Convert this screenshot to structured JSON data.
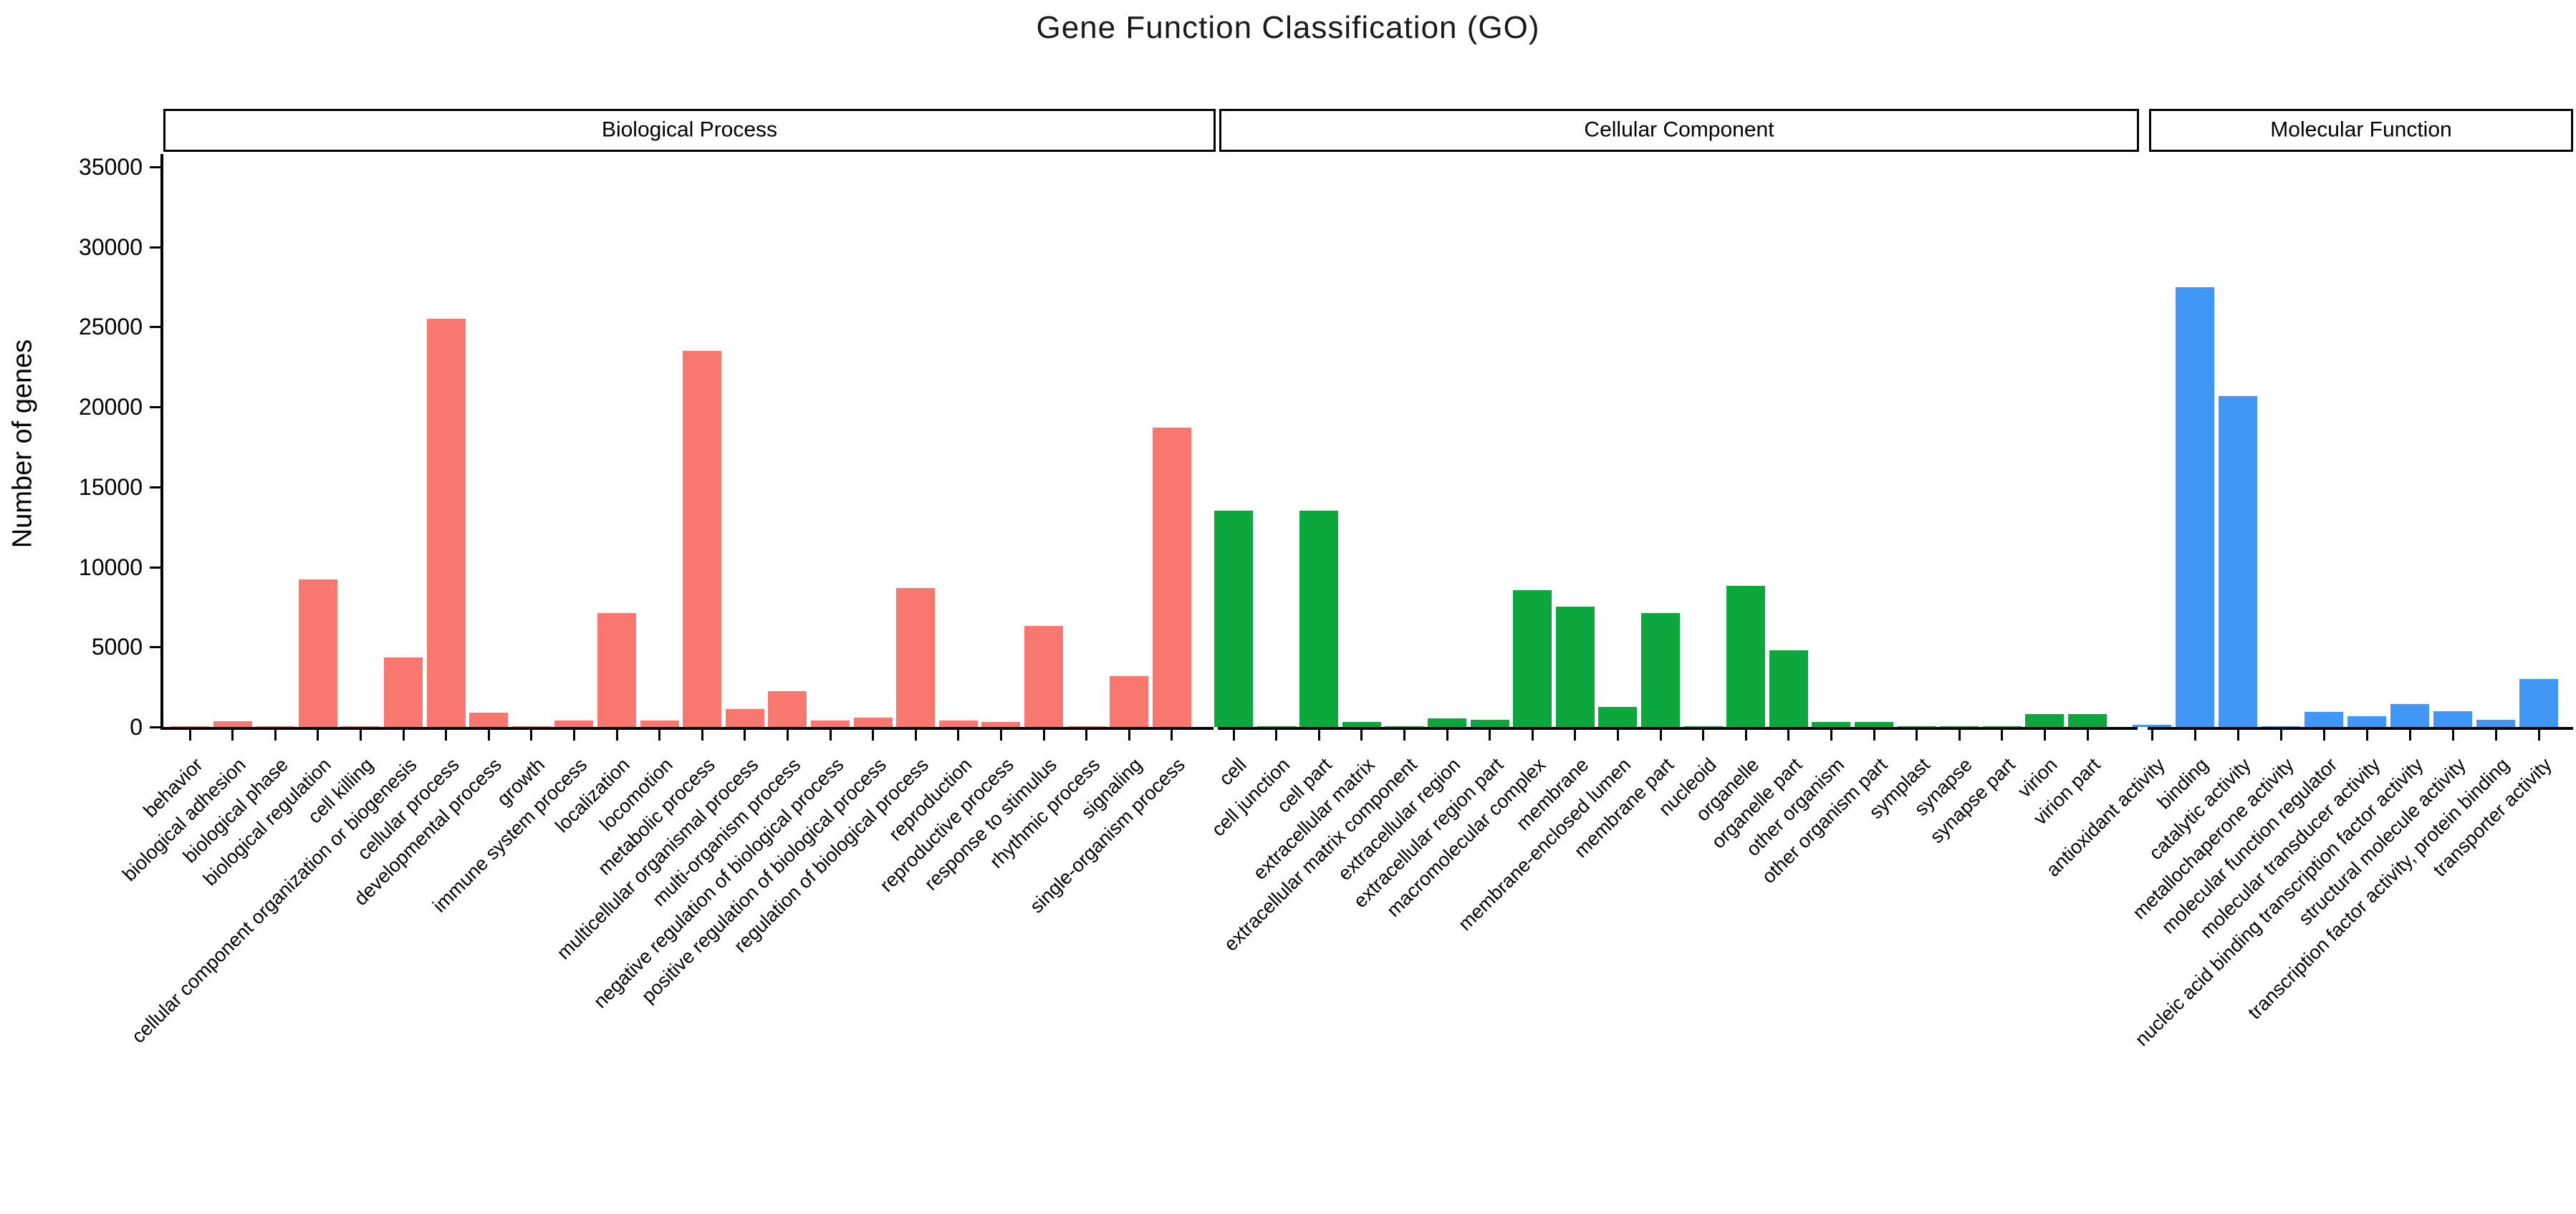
{
  "title": "Gene Function Classification (GO)",
  "y_axis": {
    "label": "Number of genes",
    "tick_values": [
      0,
      5000,
      10000,
      15000,
      20000,
      25000,
      30000,
      35000
    ]
  },
  "chart_data": {
    "type": "bar",
    "title": "Gene Function Classification (GO)",
    "xlabel": "",
    "ylabel": "Number of genes",
    "ylim": [
      0,
      36500
    ],
    "grid": false,
    "legend_position": "none",
    "sections": [
      {
        "name": "Biological Process",
        "color": "#F8776E",
        "categories": [
          "behavior",
          "biological adhesion",
          "biological phase",
          "biological regulation",
          "cell killing",
          "cellular component organization or biogenesis",
          "cellular process",
          "developmental process",
          "growth",
          "immune system process",
          "localization",
          "locomotion",
          "metabolic process",
          "multicellular organismal process",
          "multi-organism process",
          "negative regulation of biological process",
          "positive regulation of biological process",
          "regulation of biological process",
          "reproduction",
          "reproductive process",
          "response to stimulus",
          "rhythmic process",
          "signaling",
          "single-organism process"
        ],
        "values": [
          50,
          350,
          30,
          9200,
          30,
          4350,
          25500,
          900,
          60,
          400,
          7100,
          420,
          23500,
          1100,
          2250,
          420,
          570,
          8700,
          420,
          310,
          6300,
          30,
          3200,
          18700
        ]
      },
      {
        "name": "Cellular Component",
        "color": "#0CA83E",
        "categories": [
          "cell",
          "cell junction",
          "cell part",
          "extracellular matrix",
          "extracellular matrix component",
          "extracellular region",
          "extracellular region part",
          "macromolecular complex",
          "membrane",
          "membrane-enclosed lumen",
          "membrane part",
          "nucleoid",
          "organelle",
          "organelle part",
          "other organism",
          "other organism part",
          "symplast",
          "synapse",
          "synapse part",
          "virion",
          "virion part"
        ],
        "values": [
          13500,
          60,
          13500,
          300,
          30,
          550,
          450,
          8550,
          7500,
          1250,
          7100,
          30,
          8800,
          4800,
          300,
          300,
          30,
          60,
          40,
          800,
          800
        ]
      },
      {
        "name": "Molecular Function",
        "color": "#4197F5",
        "categories": [
          "antioxidant activity",
          "binding",
          "catalytic activity",
          "metallochaperone activity",
          "molecular function regulator",
          "molecular transducer activity",
          "nucleic acid binding transcription factor activity",
          "structural molecule activity",
          "transcription factor activity, protein binding",
          "transporter activity"
        ],
        "values": [
          150,
          27500,
          20700,
          30,
          950,
          670,
          1430,
          980,
          450,
          3000
        ]
      }
    ]
  }
}
